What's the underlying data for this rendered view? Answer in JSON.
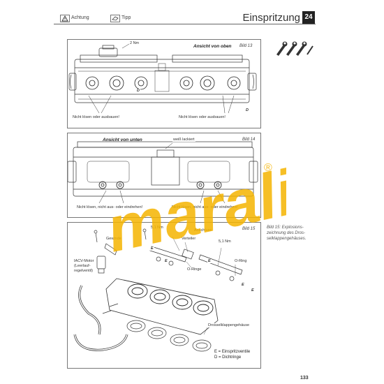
{
  "header": {
    "warning_label": "Achtung",
    "tip_label": "Tipp",
    "section_title": "Einspritzung",
    "chapter_number": "24",
    "tools_icon": "wrench-icons"
  },
  "figure13": {
    "label": "Bild 13",
    "view": "Ansicht von oben",
    "torque": "2 Nm",
    "note": "Nicht lösen oder ausbauen!",
    "marker_d1": "D",
    "marker_d2": "D"
  },
  "figure14": {
    "label": "Bild 14",
    "view": "Ansicht von unten",
    "painted": "weiß lackiert",
    "note_left": "Nicht lösen, nicht aus- oder eindrehen!",
    "note_right": "Nicht lösen, nicht aus- oder eindrehen!"
  },
  "figure15": {
    "label": "Bild 15",
    "torque1": "5,1 Nm",
    "torque2": "5,1 Nm",
    "connector": "Anschluss",
    "distributor": "Verteiler",
    "thread": "Gewinde",
    "o_rings": "O-Ringe",
    "o_ring": "O-Ring",
    "iacv_line1": "IACV-Motor",
    "iacv_line2": "(Leerlauf-",
    "iacv_line3": "regelventil)",
    "housing": "Drosselklappengehäuse",
    "marker_e1": "E",
    "marker_e2": "E",
    "marker_e3": "E",
    "marker_e4": "E",
    "marker_e5": "E",
    "legend_e": "E = Einspritzventile",
    "legend_d": "D = Dichtringe"
  },
  "caption": {
    "line1": "Bild 15: Explosions-",
    "line2": "zeichnung des Dros-",
    "line3": "selklappengehäuses."
  },
  "watermark": {
    "text": "marali",
    "registered": "®",
    "color": "#f5b400"
  },
  "page_number": "133"
}
